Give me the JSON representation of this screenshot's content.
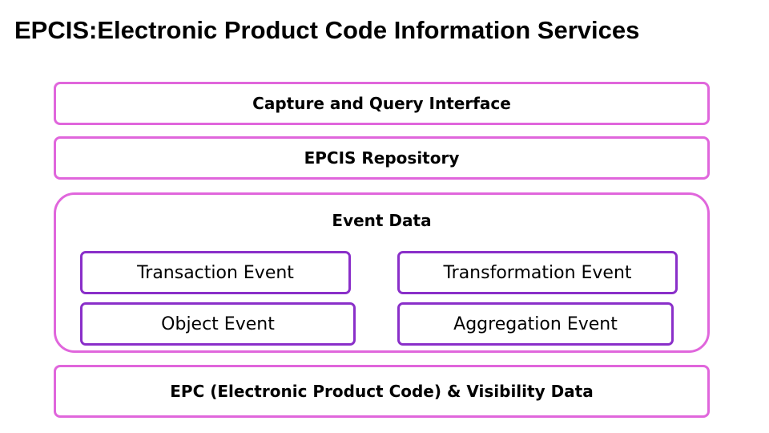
{
  "title": "EPCIS:Electronic Product Code Information Services",
  "layers": {
    "capture": "Capture and Query Interface",
    "repository": "EPCIS Repository",
    "event_data": {
      "title": "Event Data",
      "events": [
        "Transaction Event",
        "Transformation Event",
        "Object Event",
        "Aggregation Event"
      ]
    },
    "epc": "EPC (Electronic Product Code) & Visibility Data"
  },
  "colors": {
    "layer_border": "#e066dc",
    "event_border": "#8a2fc9"
  }
}
